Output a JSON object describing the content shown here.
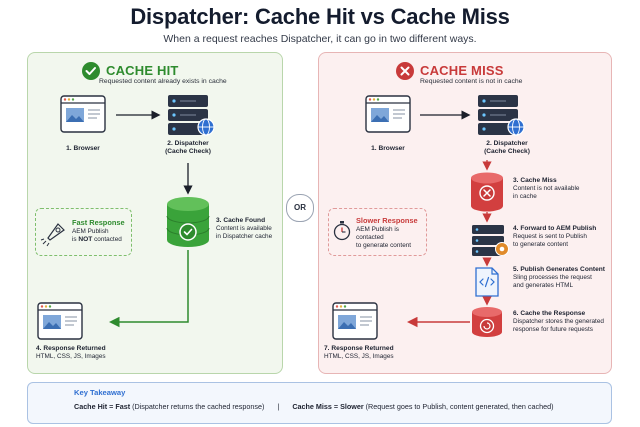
{
  "title": "Dispatcher: Cache Hit vs Cache Miss",
  "subtitle": "When a request reaches Dispatcher, it can go in two different ways.",
  "or_label": "OR",
  "hit": {
    "header": "CACHE HIT",
    "subheader": "Requested content already exists in cache",
    "browser_label": "1. Browser",
    "dispatcher_label_1": "2. Dispatcher",
    "dispatcher_label_2": "(Cache Check)",
    "found_title": "3. Cache Found",
    "found_text_1": "Content is available",
    "found_text_2": "in Dispatcher cache",
    "fast_title": "Fast Response",
    "fast_text_1": "AEM Publish",
    "fast_text_2a": "is ",
    "fast_text_2b": "NOT",
    "fast_text_2c": " contacted",
    "resp_title": "4. Response Returned",
    "resp_text": "HTML, CSS, JS, Images",
    "accent": "#2e8b2e"
  },
  "miss": {
    "header": "CACHE MISS",
    "subheader": "Requested content is not in cache",
    "browser_label": "1. Browser",
    "dispatcher_label_1": "2. Dispatcher",
    "dispatcher_label_2": "(Cache Check)",
    "step3_title": "3. Cache Miss",
    "step3_text_1": "Content is not available",
    "step3_text_2": "in cache",
    "step4_title": "4. Forward to AEM Publish",
    "step4_text_1": "Request is sent to Publish",
    "step4_text_2": "to generate content",
    "step5_title": "5. Publish Generates Content",
    "step5_text_1": "Sling processes the request",
    "step5_text_2": "and generates HTML",
    "step6_title": "6. Cache the Response",
    "step6_text_1": "Dispatcher stores the generated",
    "step6_text_2": "response for future requests",
    "slow_title": "Slower Response",
    "slow_text_1": "AEM Publish is contacted",
    "slow_text_2": "to generate content",
    "resp_title": "7. Response Returned",
    "resp_text": "HTML, CSS, JS, Images",
    "accent": "#c83a3a"
  },
  "takeaway": {
    "title": "Key Takeaway",
    "hit_bold": "Cache Hit = Fast",
    "hit_rest": " (Dispatcher returns the cached response)",
    "sep": "|",
    "miss_bold": "Cache Miss = Slower",
    "miss_rest": " (Request goes to Publish, content generated, then cached)"
  }
}
